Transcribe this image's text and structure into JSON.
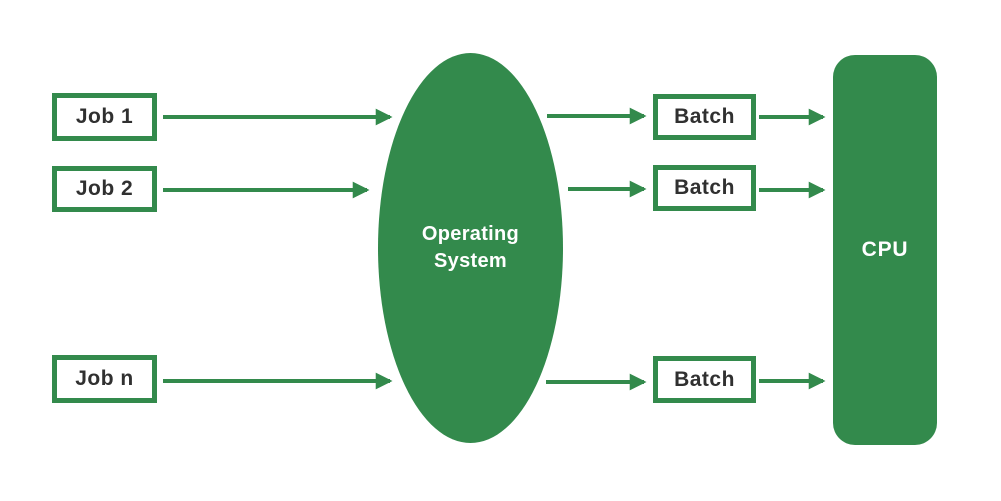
{
  "diagram": {
    "type": "flow-diagram",
    "topic": "batch-operating-system",
    "colors": {
      "accent_green": "#338a4c",
      "node_text_dark": "#303030",
      "node_text_light": "#ffffff",
      "background": "#ffffff"
    },
    "nodes": {
      "jobs": [
        {
          "label": "Job 1"
        },
        {
          "label": "Job 2"
        },
        {
          "label": "Job n"
        }
      ],
      "os": {
        "label": "Operating System"
      },
      "batches": [
        {
          "label": "Batch"
        },
        {
          "label": "Batch"
        },
        {
          "label": "Batch"
        }
      ],
      "cpu": {
        "label": "CPU"
      }
    },
    "edges": [
      {
        "from": "job-1",
        "to": "operating-system"
      },
      {
        "from": "job-2",
        "to": "operating-system"
      },
      {
        "from": "job-n",
        "to": "operating-system"
      },
      {
        "from": "operating-system",
        "to": "batch-1"
      },
      {
        "from": "operating-system",
        "to": "batch-2"
      },
      {
        "from": "operating-system",
        "to": "batch-3"
      },
      {
        "from": "batch-1",
        "to": "cpu"
      },
      {
        "from": "batch-2",
        "to": "cpu"
      },
      {
        "from": "batch-3",
        "to": "cpu"
      }
    ]
  }
}
